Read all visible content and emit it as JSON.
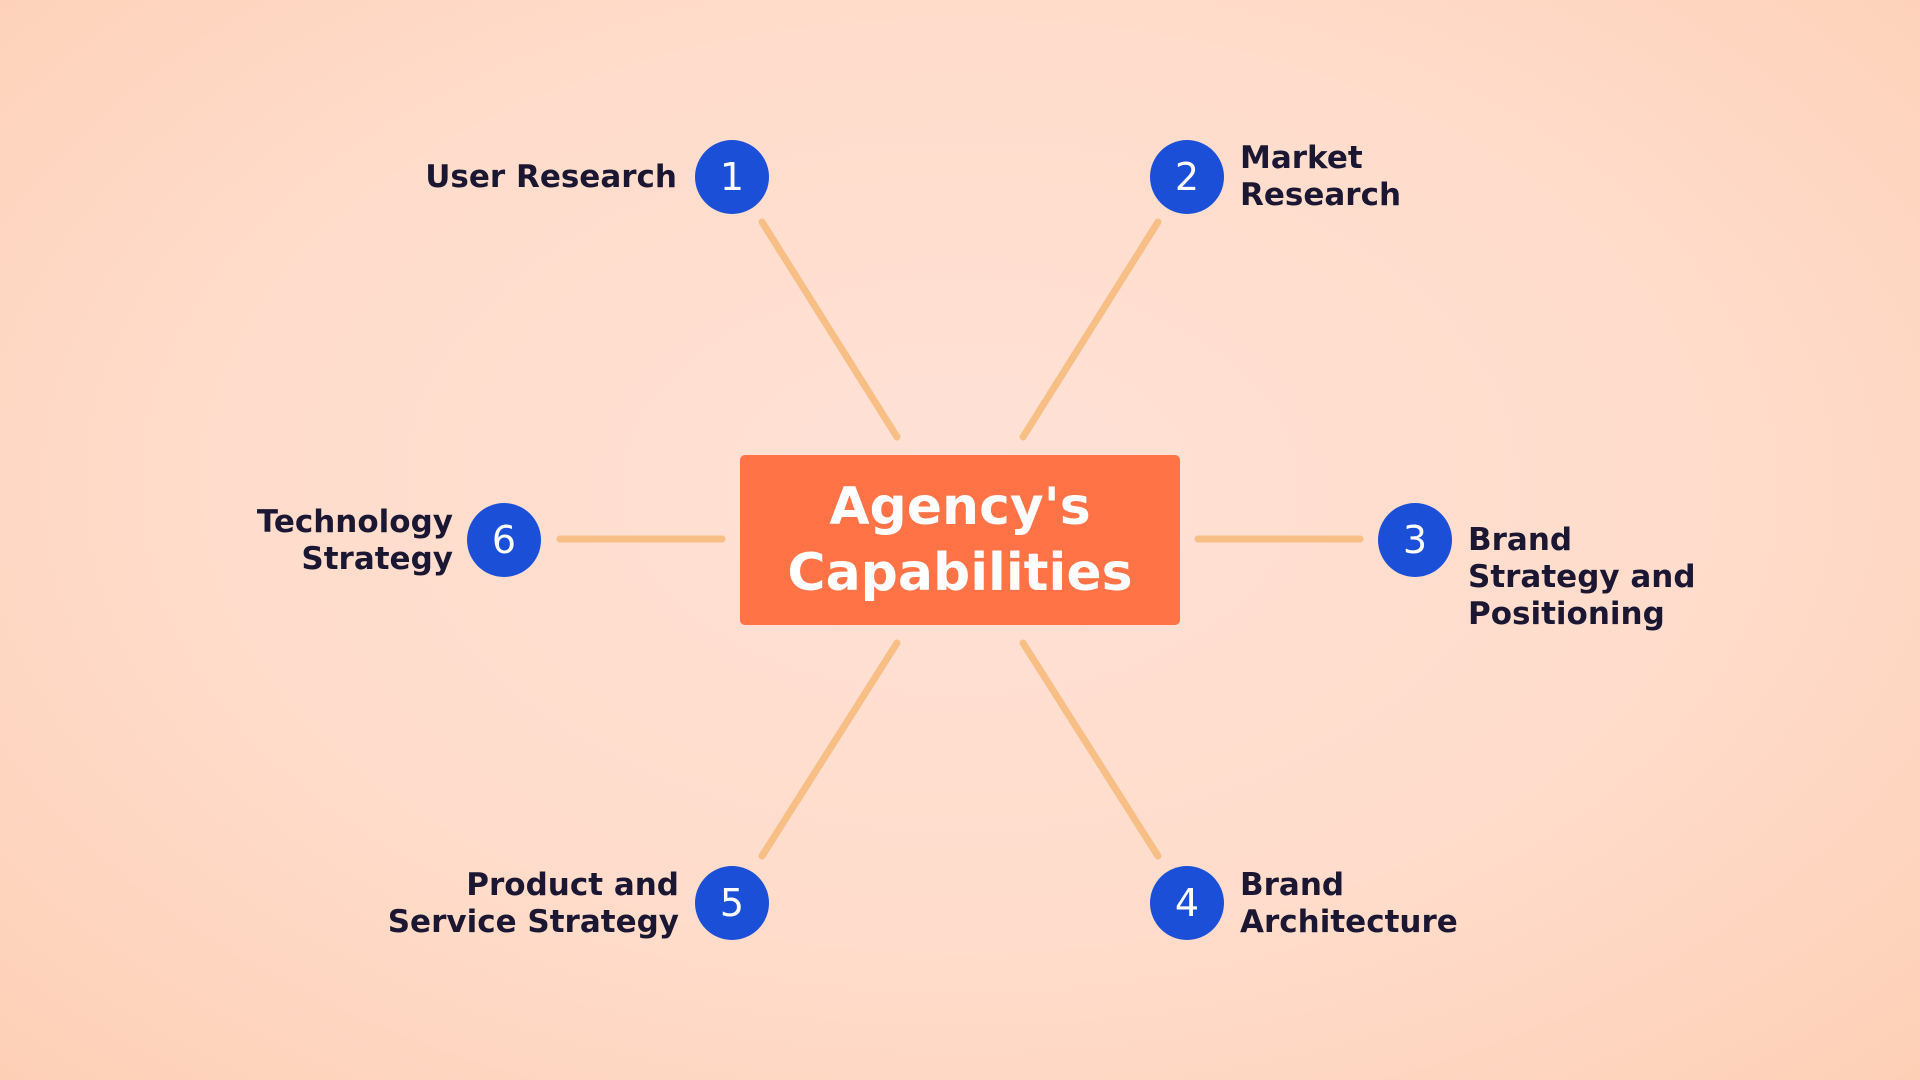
{
  "center": {
    "lines": [
      "Agency's",
      "Capabilities"
    ]
  },
  "colors": {
    "background": "#ffdccb",
    "center_box": "#ff7347",
    "badge": "#1c4fd8",
    "connector": "#f7bf86",
    "label_text": "#1b1733"
  },
  "nodes": [
    {
      "number": "1",
      "lines": [
        "User Research"
      ]
    },
    {
      "number": "2",
      "lines": [
        "Market",
        "Research"
      ]
    },
    {
      "number": "3",
      "lines": [
        "Brand",
        "Strategy and",
        "Positioning"
      ]
    },
    {
      "number": "4",
      "lines": [
        "Brand",
        "Architecture"
      ]
    },
    {
      "number": "5",
      "lines": [
        "Product and",
        "Service Strategy"
      ]
    },
    {
      "number": "6",
      "lines": [
        "Technology",
        "Strategy"
      ]
    }
  ]
}
